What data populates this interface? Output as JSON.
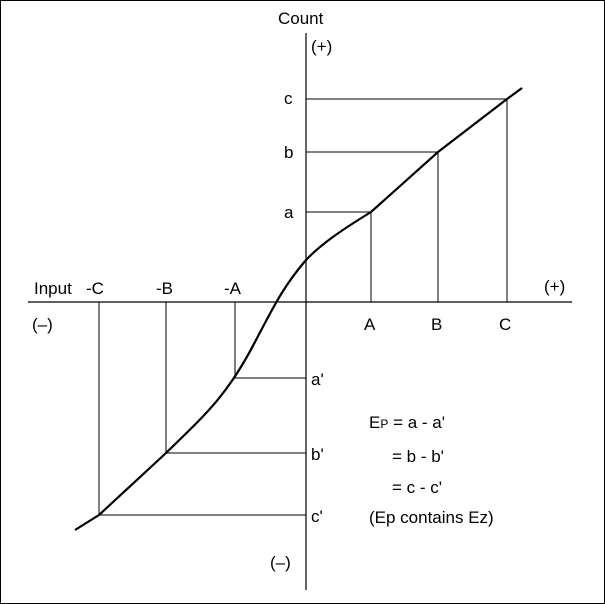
{
  "axes": {
    "y_title": "Count",
    "y_pos": "(+)",
    "y_neg": "(–)",
    "x_title": "Input",
    "x_pos": "(+)",
    "x_neg": "(–)"
  },
  "x_labels": {
    "A": "A",
    "B": "B",
    "C": "C",
    "negA": "-A",
    "negB": "-B",
    "negC": "-C"
  },
  "y_labels": {
    "a": "a",
    "b": "b",
    "c": "c",
    "a_prime": "a'",
    "b_prime": "b'",
    "c_prime": "c'"
  },
  "equations": {
    "line1_prefix": "E",
    "line1_sub": "P",
    "line1_rest": " = a - a'",
    "line2": "= b - b'",
    "line3": "= c - c'",
    "note": "(Ep contains Ez)"
  }
}
